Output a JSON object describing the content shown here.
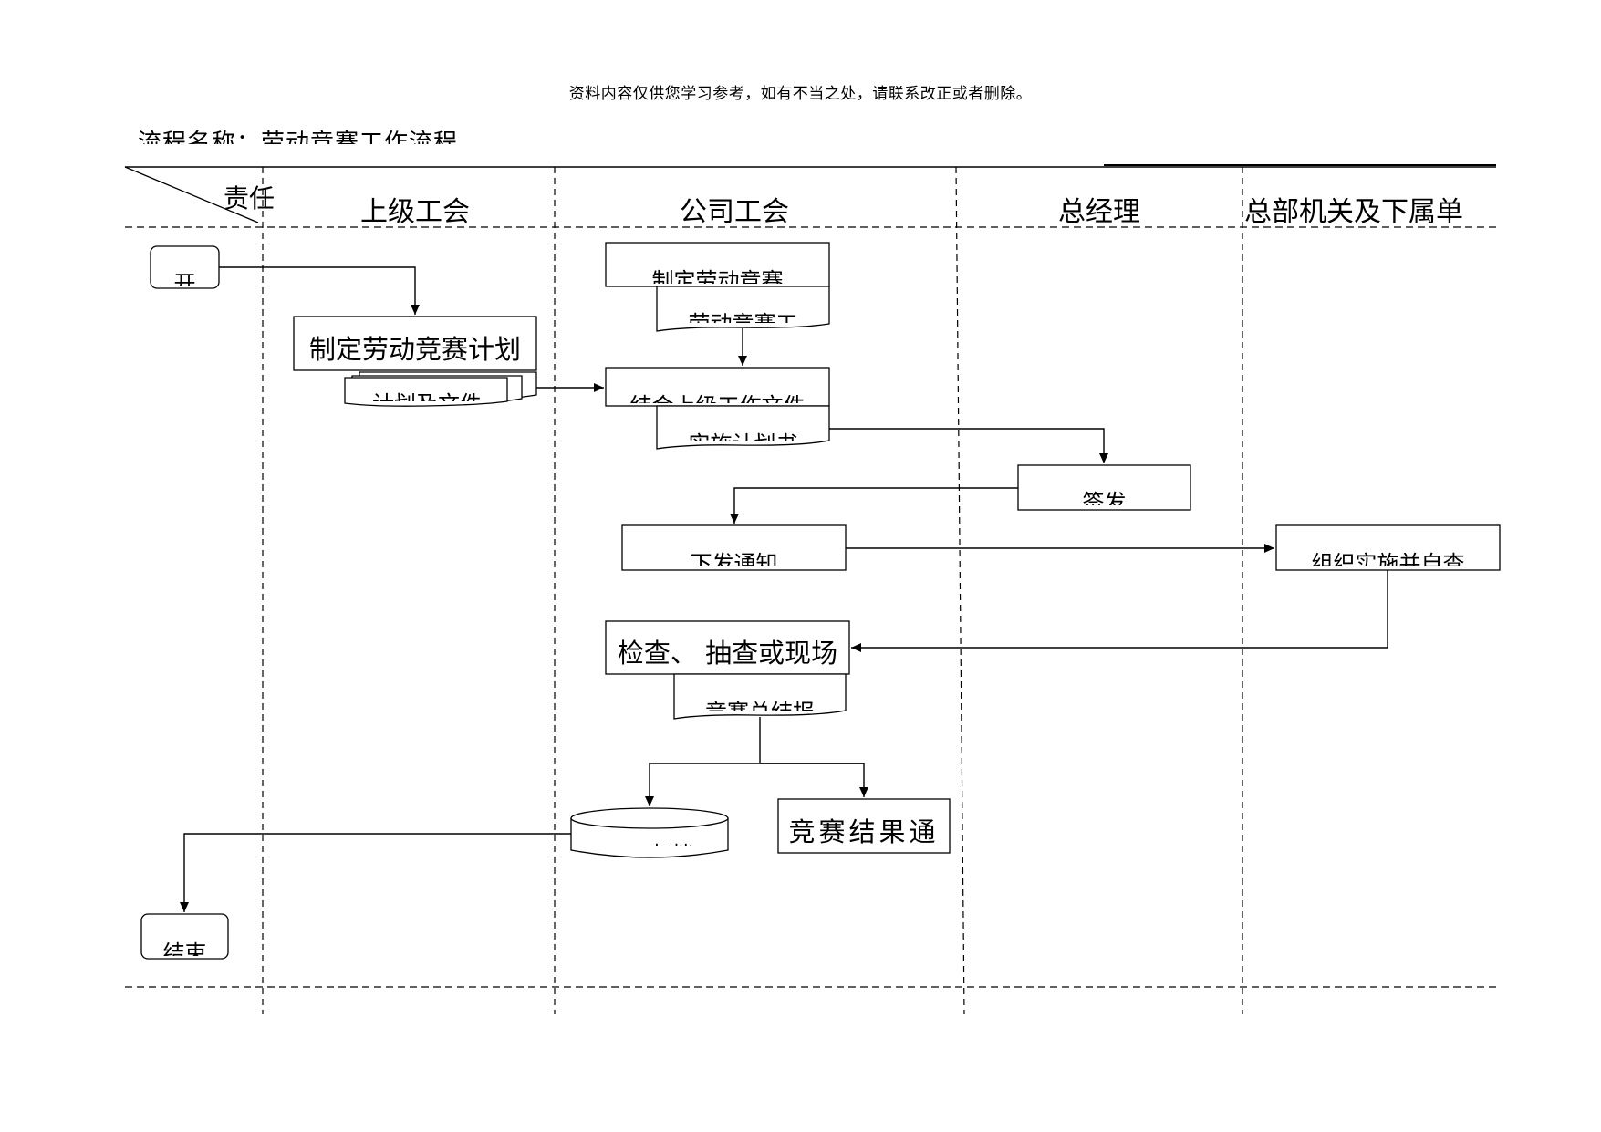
{
  "disclaimer": "资料内容仅供您学习参考，如有不当之处，请联系改正或者删除。",
  "process_title": "流程名称：劳动竞赛工作流程",
  "header": {
    "corner_label": "责任",
    "lanes": [
      "上级工会",
      "公司工会",
      "总经理",
      "总部机关及下属单"
    ]
  },
  "nodes": {
    "start": "开",
    "plan_upper": "制定劳动竞赛计划",
    "plan_upper_doc": "计划及文件",
    "plan_company": "制定劳动竞赛",
    "plan_company_doc": "劳动竞赛工",
    "combine": "结合上级工作文件",
    "implement_doc": "实施计划书",
    "sign": "签发",
    "notify": "下发通知",
    "organize": "组织实施并自查",
    "check": "检查、 抽查或现场",
    "summary_doc": "竞赛总结报",
    "archive": "归档",
    "result": "竞赛结果通",
    "end": "结束"
  }
}
